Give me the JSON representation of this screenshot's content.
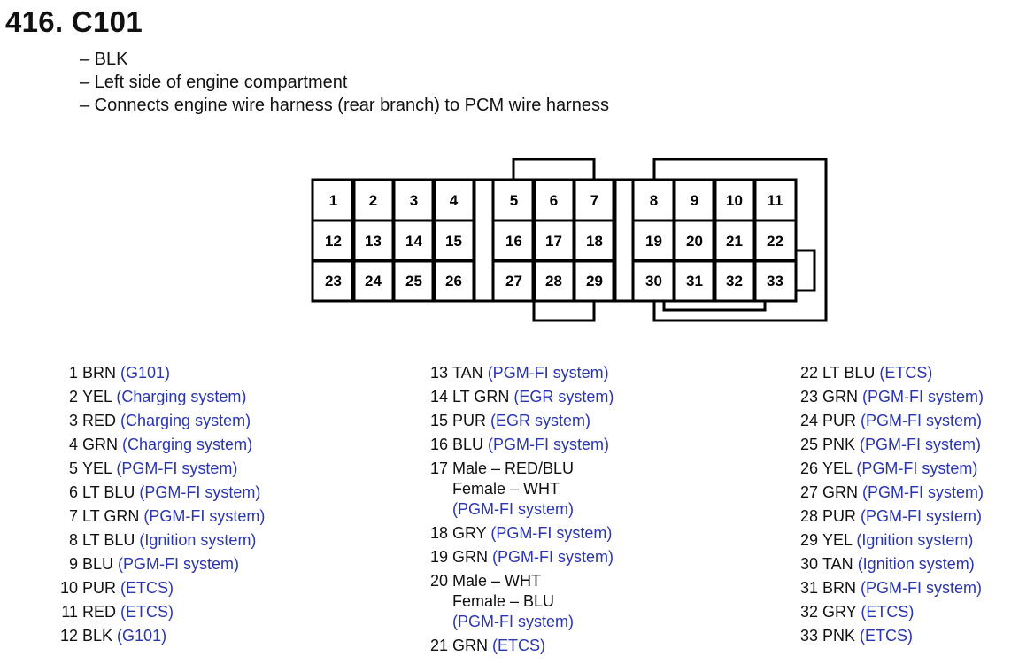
{
  "title": "416. C101",
  "info": [
    "– BLK",
    "– Left side of engine compartment",
    "– Connects engine wire harness (rear branch) to PCM wire harness"
  ],
  "connector": {
    "rows": [
      [
        "1",
        "2",
        "3",
        "4",
        "5",
        "6",
        "7",
        "8",
        "9",
        "10",
        "11"
      ],
      [
        "12",
        "13",
        "14",
        "15",
        "16",
        "17",
        "18",
        "19",
        "20",
        "21",
        "22"
      ],
      [
        "23",
        "24",
        "25",
        "26",
        "27",
        "28",
        "29",
        "30",
        "31",
        "32",
        "33"
      ]
    ]
  },
  "colors": {
    "system_link": "#2a35b0",
    "text": "#111111"
  },
  "pins": [
    {
      "num": "1",
      "wire": "BRN",
      "system": "(G101)"
    },
    {
      "num": "2",
      "wire": "YEL",
      "system": "(Charging system)"
    },
    {
      "num": "3",
      "wire": "RED",
      "system": "(Charging system)"
    },
    {
      "num": "4",
      "wire": "GRN",
      "system": "(Charging system)"
    },
    {
      "num": "5",
      "wire": "YEL",
      "system": "(PGM-FI system)"
    },
    {
      "num": "6",
      "wire": "LT BLU",
      "system": "(PGM-FI system)"
    },
    {
      "num": "7",
      "wire": "LT GRN",
      "system": "(PGM-FI system)"
    },
    {
      "num": "8",
      "wire": "LT BLU",
      "system": "(Ignition system)"
    },
    {
      "num": "9",
      "wire": "BLU",
      "system": "(PGM-FI system)"
    },
    {
      "num": "10",
      "wire": "PUR",
      "system": "(ETCS)"
    },
    {
      "num": "11",
      "wire": "RED",
      "system": "(ETCS)"
    },
    {
      "num": "12",
      "wire": "BLK",
      "system": "(G101)"
    },
    {
      "num": "13",
      "wire": "TAN",
      "system": "(PGM-FI system)"
    },
    {
      "num": "14",
      "wire": "LT GRN",
      "system": "(EGR system)"
    },
    {
      "num": "15",
      "wire": "PUR",
      "system": "(EGR system)"
    },
    {
      "num": "16",
      "wire": "BLU",
      "system": "(PGM-FI system)"
    },
    {
      "num": "17",
      "wire": "Male – RED/BLU",
      "wire2": "Female – WHT",
      "system": "(PGM-FI system)"
    },
    {
      "num": "18",
      "wire": "GRY",
      "system": "(PGM-FI system)"
    },
    {
      "num": "19",
      "wire": "GRN",
      "system": "(PGM-FI system)"
    },
    {
      "num": "20",
      "wire": "Male – WHT",
      "wire2": "Female – BLU",
      "system": "(PGM-FI system)"
    },
    {
      "num": "21",
      "wire": "GRN",
      "system": "(ETCS)"
    },
    {
      "num": "22",
      "wire": "LT BLU",
      "system": "(ETCS)"
    },
    {
      "num": "23",
      "wire": "GRN",
      "system": "(PGM-FI system)"
    },
    {
      "num": "24",
      "wire": "PUR",
      "system": "(PGM-FI system)"
    },
    {
      "num": "25",
      "wire": "PNK",
      "system": "(PGM-FI system)"
    },
    {
      "num": "26",
      "wire": "YEL",
      "system": "(PGM-FI system)"
    },
    {
      "num": "27",
      "wire": "GRN",
      "system": "(PGM-FI system)"
    },
    {
      "num": "28",
      "wire": "PUR",
      "system": "(PGM-FI system)"
    },
    {
      "num": "29",
      "wire": "YEL",
      "system": "(Ignition system)"
    },
    {
      "num": "30",
      "wire": "TAN",
      "system": "(Ignition system)"
    },
    {
      "num": "31",
      "wire": "BRN",
      "system": "(PGM-FI system)"
    },
    {
      "num": "32",
      "wire": "GRY",
      "system": "(ETCS)"
    },
    {
      "num": "33",
      "wire": "PNK",
      "system": "(ETCS)"
    }
  ]
}
